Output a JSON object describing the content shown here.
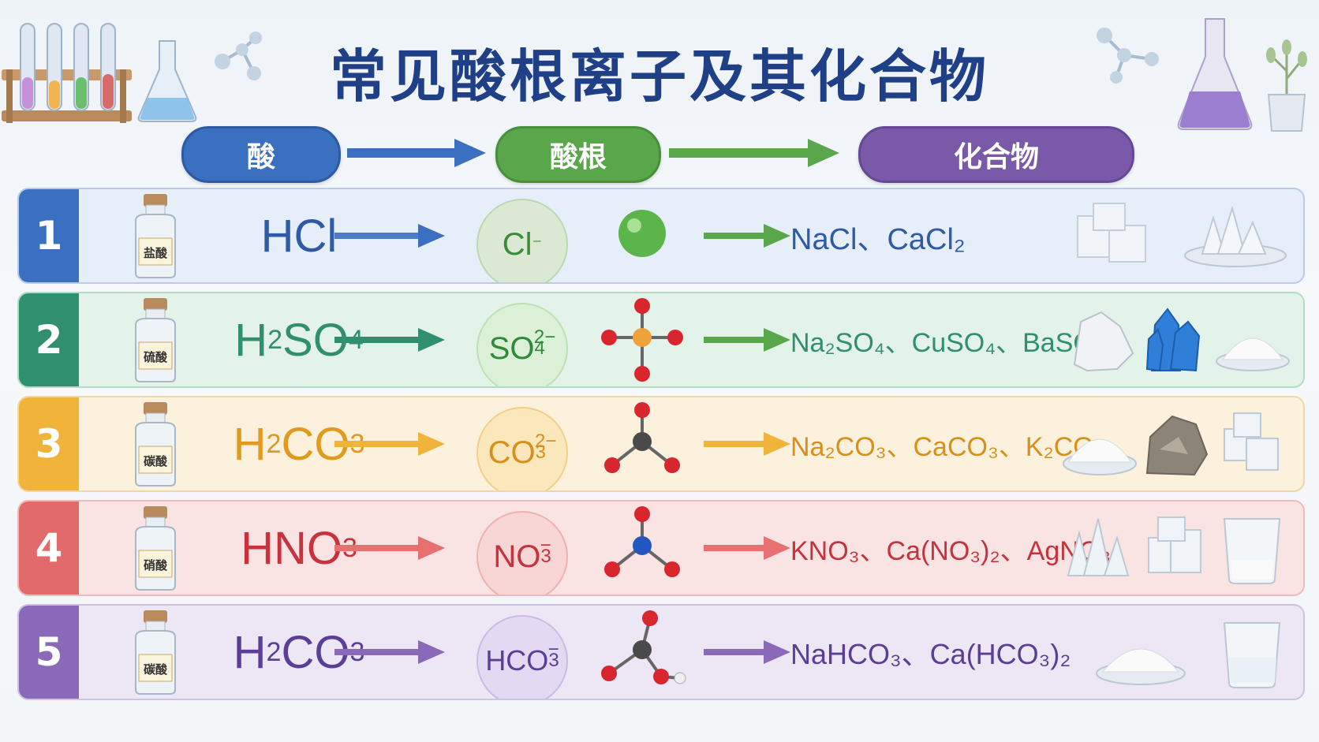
{
  "title": "常见酸根离子及其化合物",
  "headers": [
    {
      "label": "酸",
      "color": "#3b6fbf"
    },
    {
      "label": "酸根",
      "color": "#5aa64a"
    },
    {
      "label": "化合物",
      "color": "#7a5aa8"
    }
  ],
  "rows": [
    {
      "number": "1",
      "bottle_label": "盐酸",
      "acid": [
        "HCl",
        ""
      ],
      "ion": [
        "Cl",
        "",
        "⁻"
      ],
      "compounds": "NaCl、CaCl₂",
      "color": "#3b6fbf",
      "bg": "#e6eef9"
    },
    {
      "number": "2",
      "bottle_label": "硫酸",
      "acid": [
        "H",
        "2",
        "SO",
        "4"
      ],
      "ion": [
        "SO",
        "4",
        "2−"
      ],
      "compounds": "Na₂SO₄、CuSO₄、BaSO₄",
      "color": "#2f8f6f",
      "bg": "#e4f3ea"
    },
    {
      "number": "3",
      "bottle_label": "碳酸",
      "acid": [
        "H",
        "2",
        "CO",
        "3"
      ],
      "ion": [
        "CO",
        "3",
        "2−"
      ],
      "compounds": "Na₂CO₃、CaCO₃、K₂CO₃",
      "color": "#e0a22a",
      "bg": "#fbf1dc"
    },
    {
      "number": "4",
      "bottle_label": "硝酸",
      "acid": [
        "HNO",
        "3"
      ],
      "ion": [
        "NO",
        "3",
        "−"
      ],
      "compounds": "KNO₃、Ca(NO₃)₂、AgNO₃",
      "color": "#d9424a",
      "bg": "#fae3e3"
    },
    {
      "number": "5",
      "bottle_label": "碳酸",
      "acid": [
        "H",
        "2",
        "CO",
        "3"
      ],
      "ion": [
        "HCO",
        "3",
        "−"
      ],
      "compounds": "NaHCO₃、Ca(HCO₃)₂",
      "color": "#6a4ea0",
      "bg": "#ece6f5"
    }
  ]
}
